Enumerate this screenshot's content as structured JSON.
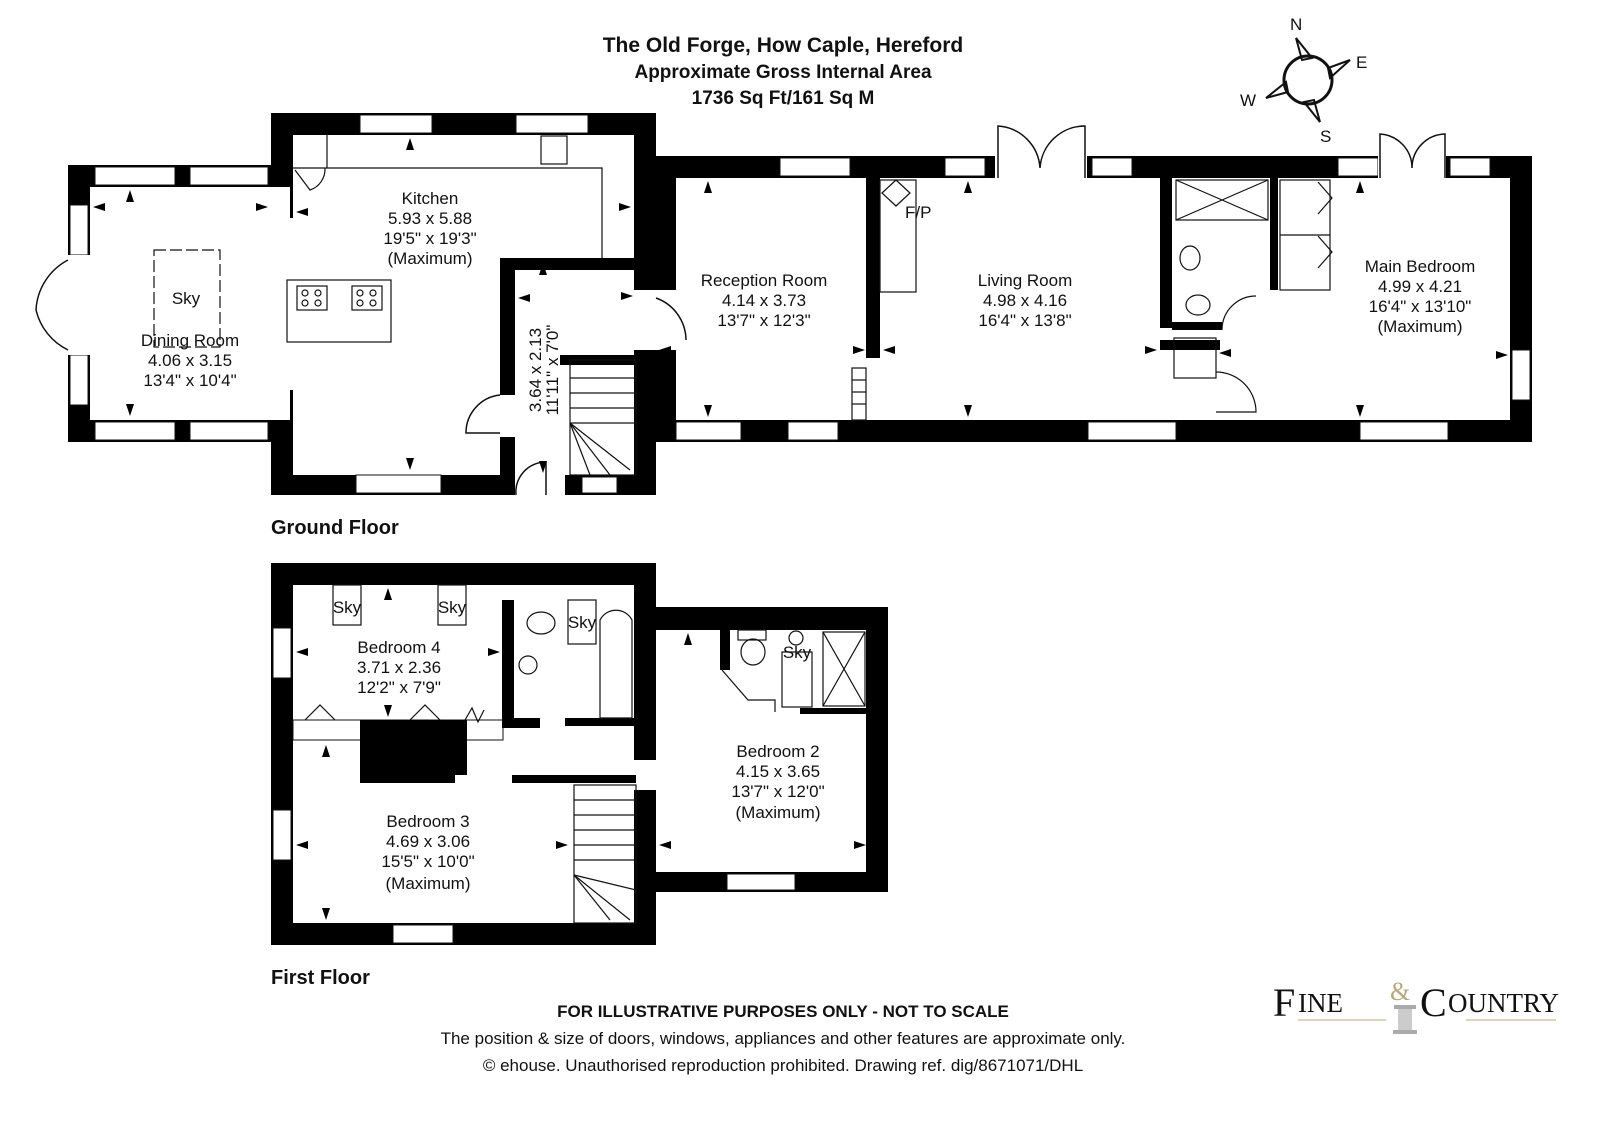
{
  "header": {
    "title": "The Old Forge, How Caple, Hereford",
    "subtitle": "Approximate Gross Internal Area",
    "area": "1736 Sq Ft/161 Sq M"
  },
  "compass": {
    "n": "N",
    "e": "E",
    "s": "S",
    "w": "W"
  },
  "ground_floor": {
    "label": "Ground Floor",
    "rooms": {
      "dining": {
        "name": "Dining Room",
        "metric": "4.06 x 3.15",
        "imperial": "13'4\" x 10'4\""
      },
      "kitchen": {
        "name": "Kitchen",
        "metric": "5.93 x 5.88",
        "imperial": "19'5\" x 19'3\"",
        "note": "(Maximum)"
      },
      "hall": {
        "metric": "3.64 x 2.13",
        "imperial": "11'11\" x 7'0\""
      },
      "reception": {
        "name": "Reception Room",
        "metric": "4.14 x 3.73",
        "imperial": "13'7\" x 12'3\""
      },
      "living": {
        "name": "Living Room",
        "metric": "4.98 x 4.16",
        "imperial": "16'4\" x 13'8\""
      },
      "main_bedroom": {
        "name": "Main Bedroom",
        "metric": "4.99 x 4.21",
        "imperial": "16'4\" x 13'10\"",
        "note": "(Maximum)"
      }
    },
    "sky": "Sky",
    "fireplace": "F/P"
  },
  "first_floor": {
    "label": "First Floor",
    "rooms": {
      "bedroom4": {
        "name": "Bedroom 4",
        "metric": "3.71 x 2.36",
        "imperial": "12'2\" x 7'9\""
      },
      "bedroom3": {
        "name": "Bedroom 3",
        "metric": "4.69 x 3.06",
        "imperial": "15'5\" x 10'0\"",
        "note": "(Maximum)"
      },
      "bedroom2": {
        "name": "Bedroom 2",
        "metric": "4.15 x 3.65",
        "imperial": "13'7\" x 12'0\"",
        "note": "(Maximum)"
      }
    },
    "sky": "Sky"
  },
  "footer": {
    "disclaimer": "FOR ILLUSTRATIVE PURPOSES ONLY - NOT TO SCALE",
    "line2": "The position & size of doors, windows, appliances and other features are approximate only.",
    "line3": "© ehouse. Unauthorised reproduction prohibited. Drawing ref. dig/8671071/DHL"
  },
  "logo": {
    "text": "FINE & COUNTRY",
    "accent": "#b9a97a"
  }
}
